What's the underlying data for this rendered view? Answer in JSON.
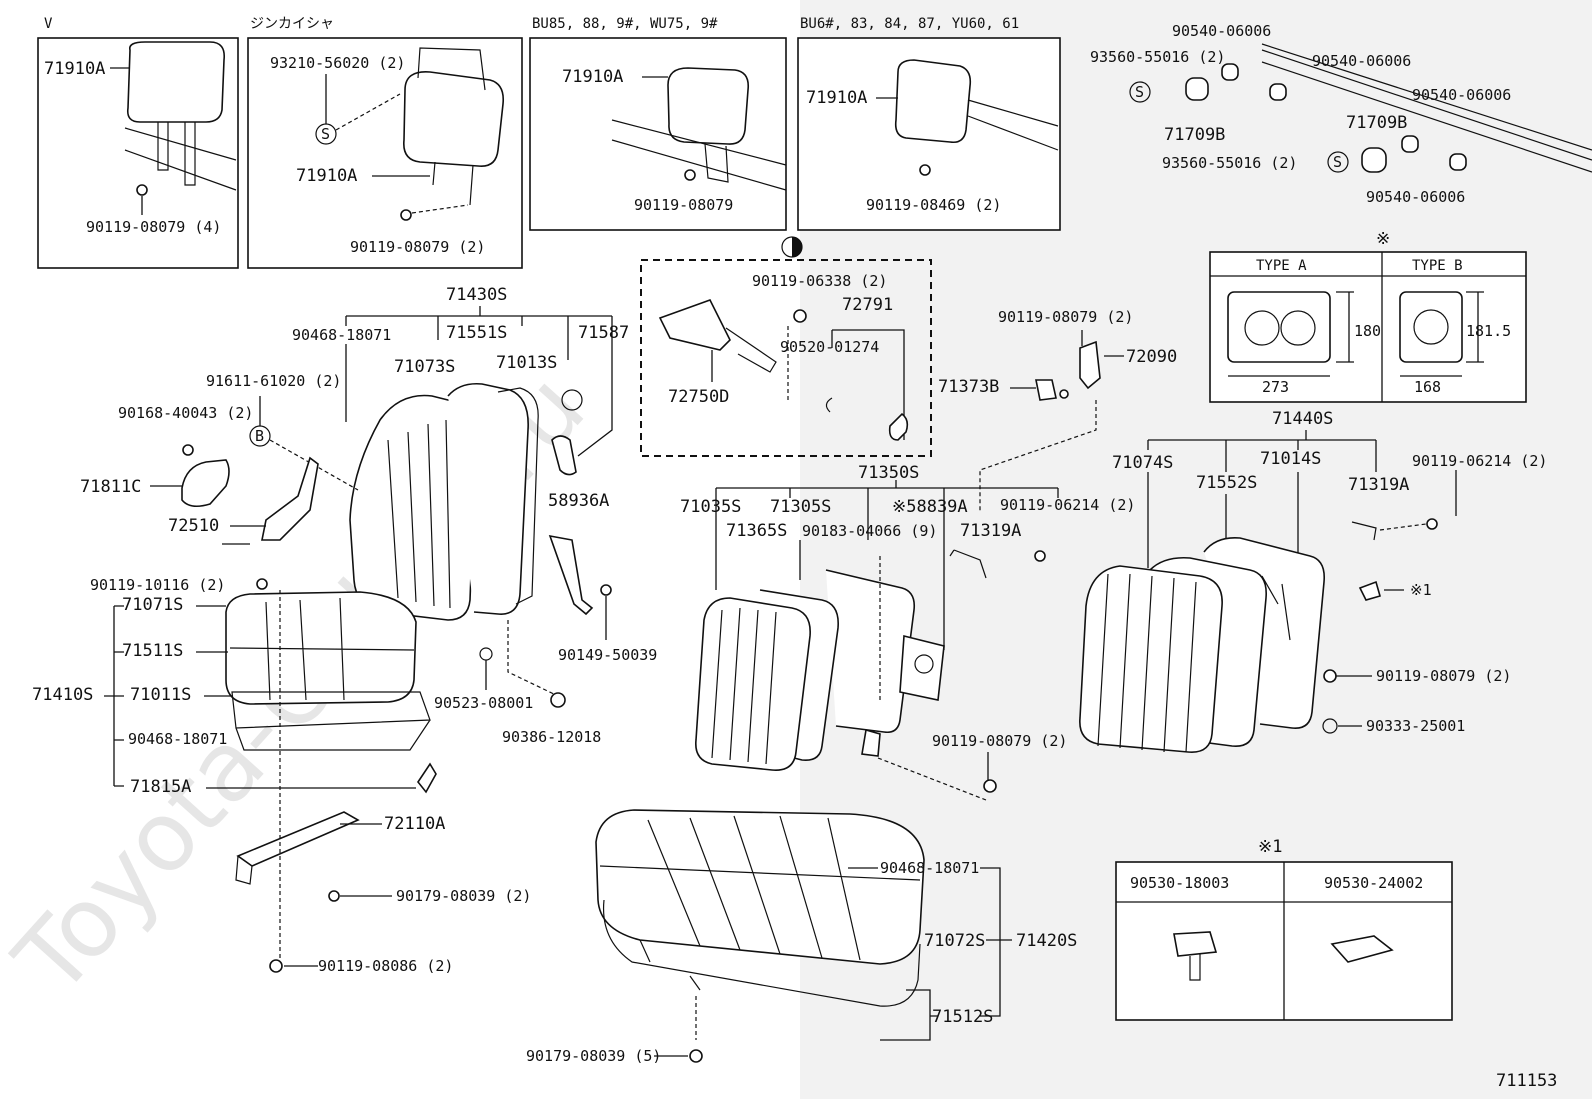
{
  "watermark": "Toyota-Online.ru",
  "diagram_number": "711153",
  "insets": {
    "v": "V",
    "jinkaisha": "ジンカイシャ",
    "bu85": "BU85, 88, 9#, WU75, 9#",
    "bu6": "BU6#, 83, 84, 87, YU60, 61"
  },
  "type_table": {
    "mark": "※",
    "type_a": "TYPE  A",
    "type_b": "TYPE  B",
    "dim_a_height": "180",
    "dim_a_width": "273",
    "dim_b_height": "181.5",
    "dim_b_width": "168"
  },
  "ref_table": {
    "mark": "※1",
    "col1": "90530-18003",
    "col2": "90530-24002"
  },
  "labels": {
    "l71910a_1": "71910A",
    "l90119_08079_4": "90119-08079 (4)",
    "l93210": "93210-56020 (2)",
    "l71910a_2": "71910A",
    "l90119_08079_2a": "90119-08079 (2)",
    "l71910a_3": "71910A",
    "l90119_08079_a": "90119-08079",
    "l71910a_4": "71910A",
    "l90119_08469": "90119-08469 (2)",
    "l90540_a": "90540-06006",
    "l93560_a": "93560-55016 (2)",
    "l90540_b": "90540-06006",
    "l90540_c": "90540-06006",
    "l71709b_a": "71709B",
    "l71709b_b": "71709B",
    "l93560_b": "93560-55016 (2)",
    "l90540_d": "90540-06006",
    "l71430s": "71430S",
    "l90468_a": "90468-18071",
    "l71551s": "71551S",
    "l71587": "71587",
    "l71073s": "71073S",
    "l71013s": "71013S",
    "l91611": "91611-61020 (2)",
    "l90168": "90168-40043 (2)",
    "l71811c": "71811C",
    "l72510": "72510",
    "l90119_10116": "90119-10116 (2)",
    "l71071s": "71071S",
    "l71511s": "71511S",
    "l71410s": "71410S",
    "l71011s": "71011S",
    "l90468_b": "90468-18071",
    "l71815a": "71815A",
    "l72110a": "72110A",
    "l90179_a": "90179-08039 (2)",
    "l90119_08086": "90119-08086 (2)",
    "l58936a": "58936A",
    "l90149": "90149-50039",
    "l90523": "90523-08001",
    "l90386": "90386-12018",
    "l90119_06338": "90119-06338 (2)",
    "l72791": "72791",
    "l90520": "90520-01274",
    "l72750d": "72750D",
    "l90119_08079_2b": "90119-08079 (2)",
    "l72090": "72090",
    "l71373b": "71373B",
    "l71350s": "71350S",
    "l71035s": "71035S",
    "l71305s": "71305S",
    "l58839a": "※58839A",
    "l90119_06214_a": "90119-06214 (2)",
    "l71365s": "71365S",
    "l90183": "90183-04066 (9)",
    "l71319a_a": "71319A",
    "l90119_08079_2c": "90119-08079 (2)",
    "l71440s": "71440S",
    "l71074s": "71074S",
    "l71014s": "71014S",
    "l90119_06214_b": "90119-06214 (2)",
    "l71552s": "71552S",
    "l71319a_b": "71319A",
    "l_x1": "※1",
    "l90119_08079_2d": "90119-08079 (2)",
    "l90333": "90333-25001",
    "l90468_c": "90468-18071",
    "l71072s": "71072S",
    "l71420s": "71420S",
    "l71512s": "71512S",
    "l90179_b": "90179-08039 (5)"
  }
}
